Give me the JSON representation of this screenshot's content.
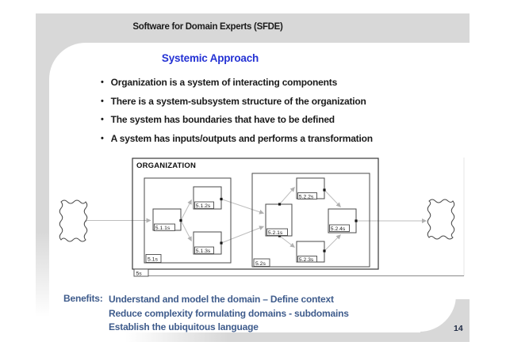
{
  "header": {
    "title": "Software for Domain Experts (SFDE)"
  },
  "slide": {
    "title": "Systemic Approach",
    "bullet_char": "•",
    "bullets": [
      "Organization is a system of interacting components",
      "There is a system-subsystem structure of the organization",
      "The system has boundaries that have to be defined",
      "A system has inputs/outputs and performs a transformation"
    ],
    "benefits_label": "Benefits:",
    "benefits": [
      "Understand and model the domain – Define context",
      "Reduce complexity formulating domains - subdomains",
      "Establish the ubiquitous language"
    ],
    "page_number": "14"
  },
  "diagram": {
    "org_label": "ORGANIZATION",
    "system_label": "5s",
    "subsystems": {
      "s51": "5.1s",
      "s52": "5.2s"
    },
    "nodes": {
      "n511": "5.1.1s",
      "n512": "5.1.2s",
      "n513": "5.1.3s",
      "n521": "5.2.1s",
      "n522": "5.2.2s",
      "n523": "5.2.3s",
      "n524": "5.2.4s"
    }
  },
  "colors": {
    "frame_gray": "#d8d8d8",
    "title_blue": "#2432d4",
    "benefits_blue": "#3f5c8c",
    "text_black": "#1b1b1b",
    "connector_gray": "#bdbdbd"
  }
}
